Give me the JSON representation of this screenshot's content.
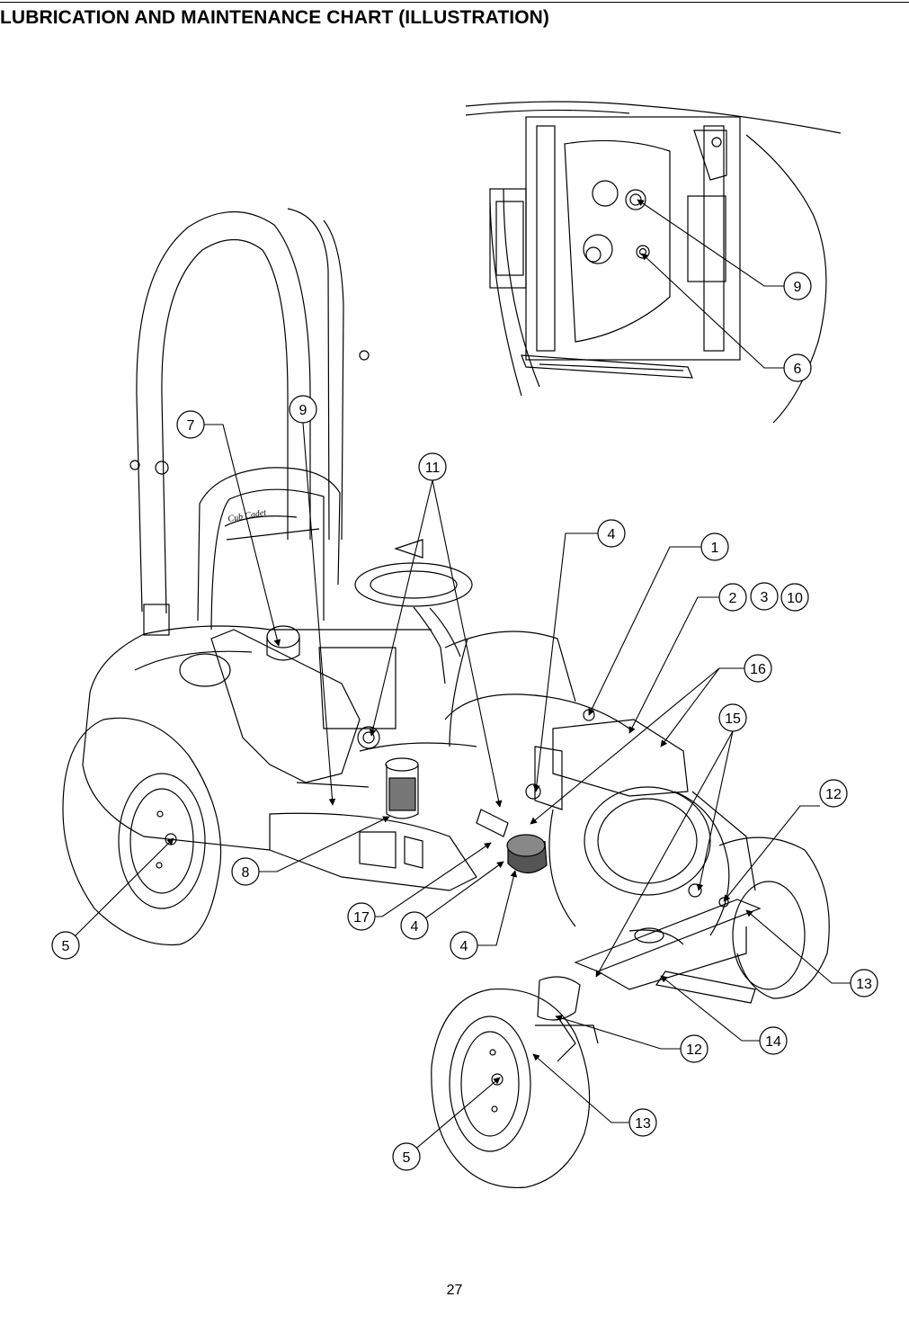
{
  "page": {
    "title": "LUBRICATION AND MAINTENANCE CHART (ILLUSTRATION)",
    "page_number": "27"
  },
  "seat_logo": "Cub Cadet",
  "callouts": [
    {
      "id": "c1",
      "label": "1"
    },
    {
      "id": "c2",
      "label": "2"
    },
    {
      "id": "c3",
      "label": "3"
    },
    {
      "id": "c10",
      "label": "10"
    },
    {
      "id": "c4a",
      "label": "4"
    },
    {
      "id": "c4b",
      "label": "4"
    },
    {
      "id": "c4c",
      "label": "4"
    },
    {
      "id": "c5a",
      "label": "5"
    },
    {
      "id": "c5b",
      "label": "5"
    },
    {
      "id": "c6",
      "label": "6"
    },
    {
      "id": "c7",
      "label": "7"
    },
    {
      "id": "c8",
      "label": "8"
    },
    {
      "id": "c9a",
      "label": "9"
    },
    {
      "id": "c9b",
      "label": "9"
    },
    {
      "id": "c11",
      "label": "11"
    },
    {
      "id": "c12a",
      "label": "12"
    },
    {
      "id": "c12b",
      "label": "12"
    },
    {
      "id": "c13a",
      "label": "13"
    },
    {
      "id": "c13b",
      "label": "13"
    },
    {
      "id": "c14",
      "label": "14"
    },
    {
      "id": "c15",
      "label": "15"
    },
    {
      "id": "c16",
      "label": "16"
    },
    {
      "id": "c17",
      "label": "17"
    }
  ]
}
